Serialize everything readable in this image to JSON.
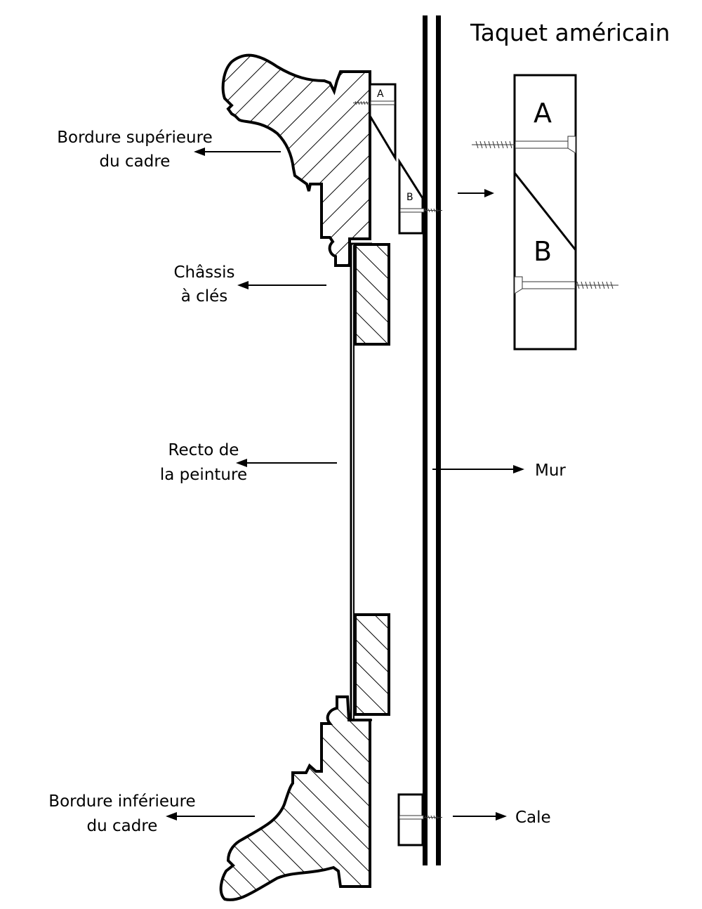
{
  "title": "Taquet américain",
  "labels": {
    "top_frame": [
      "Bordure supérieure",
      "du cadre"
    ],
    "stretcher": [
      "Châssis",
      "à clés"
    ],
    "painting_front": [
      "Recto de",
      "la peinture"
    ],
    "wall": "Mur",
    "bottom_frame": [
      "Bordure inférieure",
      "du cadre"
    ],
    "shim": "Cale"
  },
  "cleat_parts": {
    "upper": "A",
    "lower": "B"
  },
  "colors": {
    "ink": "#000000",
    "background": "#ffffff"
  }
}
